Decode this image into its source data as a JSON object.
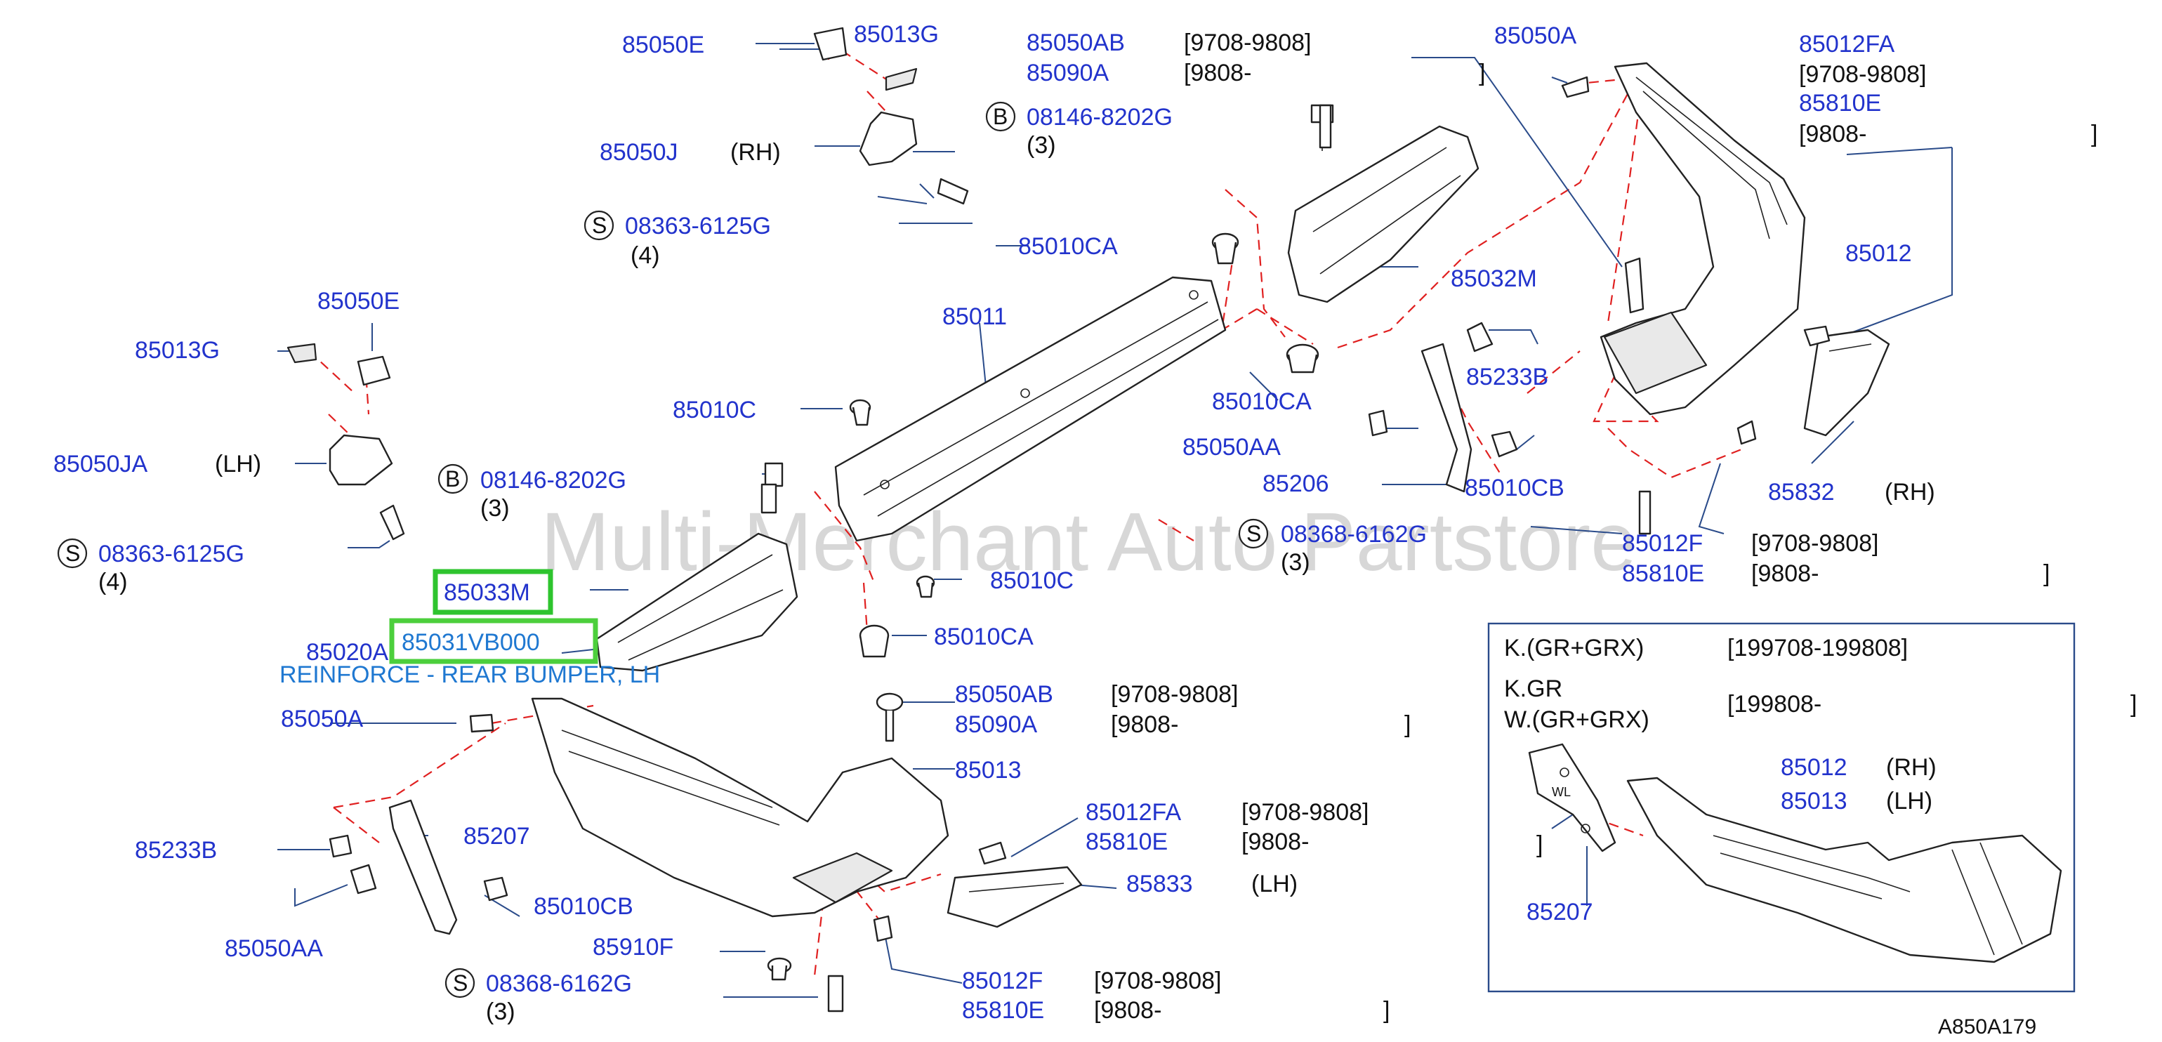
{
  "watermark": "Multi-Merchant Auto Partstore",
  "diagram_code": "A850A179",
  "highlight": {
    "primary_part": "85031VB000",
    "primary_desc": "REINFORCE - REAR BUMPER, LH",
    "secondary_part": "85033M",
    "primary_color": "#4ccf3c",
    "secondary_color": "#2ec42e"
  },
  "top_left_group": {
    "p1": "85050E",
    "p2": "85013G",
    "p3": "85050J",
    "p3_side": "(RH)",
    "s_code": "08363-6125G",
    "s_qty": "(4)"
  },
  "left_group": {
    "p1": "85050E",
    "p2": "85013G",
    "p3": "85050JA",
    "p3_side": "(LH)",
    "s_code": "08363-6125G",
    "s_qty": "(4)"
  },
  "center_group": {
    "pa1": "85050AB",
    "pa1_date": "[9708-9808]",
    "pa2": "85090A",
    "pa2_date": "[9808-",
    "pa2_close": "]",
    "b_code": "08146-8202G",
    "b_qty": "(3)",
    "b2_code": "08146-8202G",
    "b2_qty": "(3)",
    "p_010ca_1": "85010CA",
    "p_011": "85011",
    "p_010c_1": "85010C",
    "p_010c_2": "85010C",
    "p_010ca_2": "85010CA",
    "p_010ca_3": "85010CA",
    "p_020a": "85020A"
  },
  "right_upper_group": {
    "p_050a": "85050A",
    "p_032m": "85032M",
    "p_012fa": "85012FA",
    "p_012fa_date": "[9708-9808]",
    "p_810e": "85810E",
    "p_810e_date": "[9808-",
    "p_810e_close": "]",
    "p_012": "85012",
    "p_233b": "85233B",
    "p_050aa": "85050AA",
    "p_206": "85206",
    "p_010cb": "85010CB",
    "s_code": "08368-6162G",
    "s_qty": "(3)",
    "p_832": "85832",
    "p_832_side": "(RH)",
    "p_012f": "85012F",
    "p_012f_date": "[9708-9808]",
    "p_810e2": "85810E",
    "p_810e2_date": "[9808-",
    "p_810e2_close": "]"
  },
  "lower_group": {
    "p_050ab": "85050AB",
    "p_050ab_date": "[9708-9808]",
    "p_090a": "85090A",
    "p_090a_date": "[9808-",
    "p_090a_close": "]",
    "p_050a": "85050A",
    "p_013": "85013",
    "p_012fa": "85012FA",
    "p_012fa_date": "[9708-9808]",
    "p_810e": "85810E",
    "p_810e_date": "[9808-",
    "p_233b": "85233B",
    "p_207": "85207",
    "p_833": "85833",
    "p_833_side": "(LH)",
    "p_010cb": "85010CB",
    "p_050aa": "85050AA",
    "p_910f": "85910F",
    "p_012f": "85012F",
    "p_012f_date": "[9708-9808]",
    "p_810e2": "85810E",
    "p_810e2_date": "[9808-",
    "p_810e2_close": "]",
    "s_code": "08368-6162G",
    "s_qty": "(3)"
  },
  "inset": {
    "row1_model": "K.(GR+GRX)",
    "row1_date": "[199708-199808]",
    "row2_model": "K.GR",
    "row2_date": "[199808-",
    "row2_close": "]",
    "row3_model": "W.(GR+GRX)",
    "p_012": "85012",
    "p_012_side": "(RH)",
    "p_013": "85013",
    "p_013_side": "(LH)",
    "p_207": "85207",
    "bracket_close": "]",
    "bracket_mark": "WL"
  },
  "letters": {
    "s": "S",
    "b": "B"
  }
}
